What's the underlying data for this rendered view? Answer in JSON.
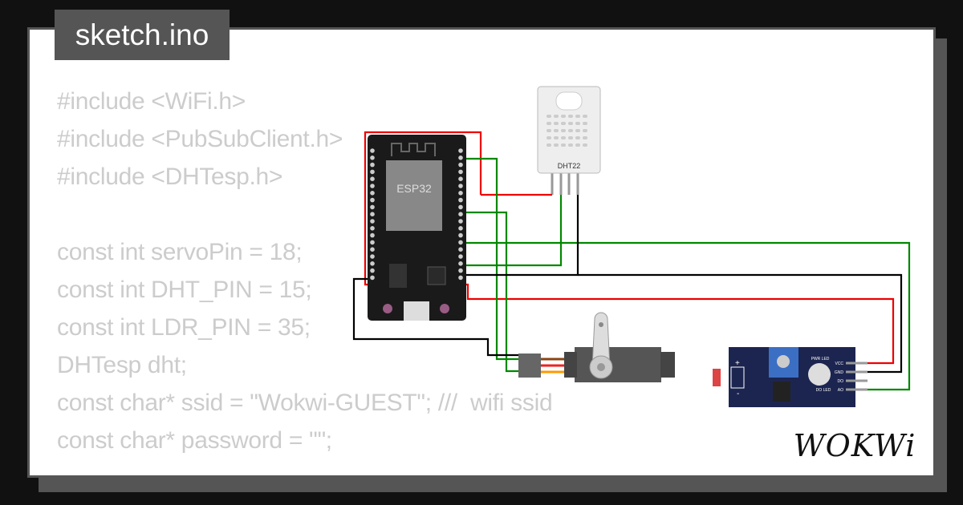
{
  "file_tab": "sketch.ino",
  "code_lines": [
    "#include <WiFi.h>",
    "#include <PubSubClient.h>",
    "#include <DHTesp.h>",
    "",
    "const int servoPin = 18;",
    "const int DHT_PIN = 15;",
    "const int LDR_PIN = 35;",
    "DHTesp dht;",
    "const char* ssid = \"Wokwi-GUEST\"; ///  wifi ssid",
    "const char* password = \"\";"
  ],
  "components": {
    "esp32": {
      "label": "ESP32"
    },
    "dht22": {
      "label": "DHT22"
    },
    "ldr": {
      "pwr_led": "PWR LED",
      "do_led": "DO LED",
      "pins": [
        "VCC",
        "GND",
        "DO",
        "AO"
      ],
      "plus": "+",
      "minus": "-"
    },
    "servo": {}
  },
  "colors": {
    "wire_red": "#e00000",
    "wire_green": "#008800",
    "wire_black": "#000000",
    "board": "#1a1a1a",
    "ldr_board": "#1c2550",
    "pot": "#3b6fc4"
  },
  "logo": "WOKWi"
}
